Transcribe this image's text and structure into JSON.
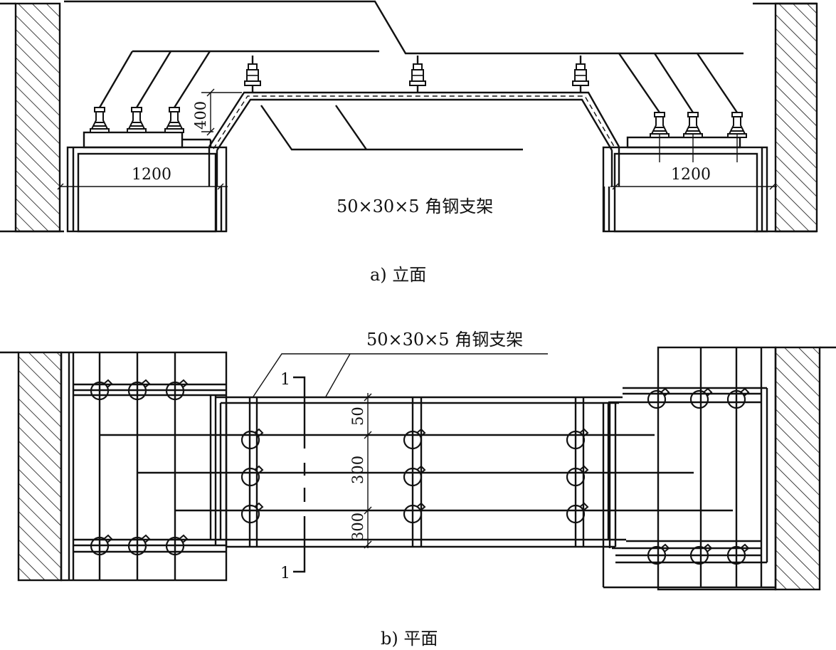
{
  "elevation": {
    "caption": "a)  立面",
    "dim_left": "1200",
    "dim_right": "1200",
    "dim_height": "400",
    "bracket_label": "50×30×5 角钢支架"
  },
  "plan": {
    "caption": "b) 平面",
    "bracket_label": "50×30×5 角钢支架",
    "section_mark_top": "1",
    "section_mark_bottom": "1",
    "dim_1": "50",
    "dim_2": "300",
    "dim_3": "300"
  }
}
